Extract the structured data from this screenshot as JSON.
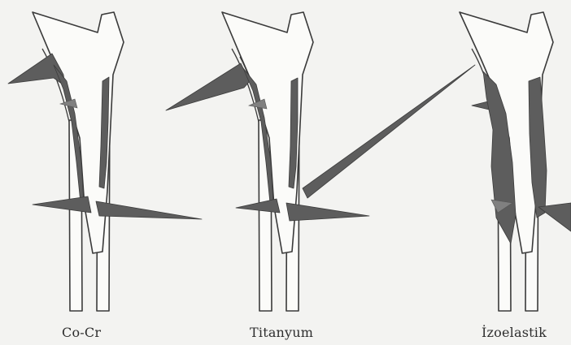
{
  "figure": {
    "panels": [
      {
        "label": "Co-Cr"
      },
      {
        "label": "Titanyum"
      },
      {
        "label": "İzoelastik"
      }
    ]
  }
}
